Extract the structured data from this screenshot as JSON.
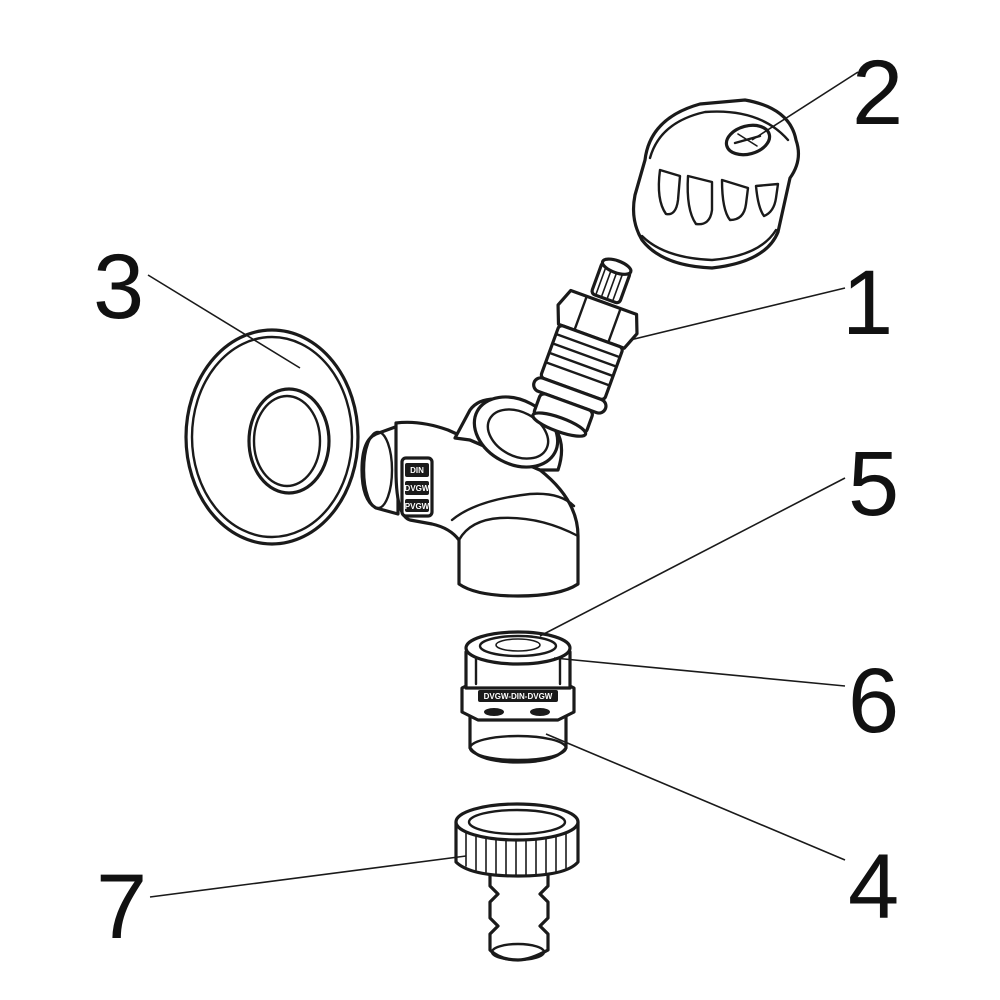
{
  "callouts": {
    "c1": "1",
    "c2": "2",
    "c3": "3",
    "c4": "4",
    "c5": "5",
    "c6": "6",
    "c7": "7"
  },
  "markings": {
    "body_label_1": "DIN",
    "body_label_2": "DVGW",
    "body_label_3": "PVGW",
    "check_valve_band": "DVGW-DIN-DVGW"
  },
  "colors": {
    "line": "#1a1a1a",
    "background": "#ffffff"
  }
}
